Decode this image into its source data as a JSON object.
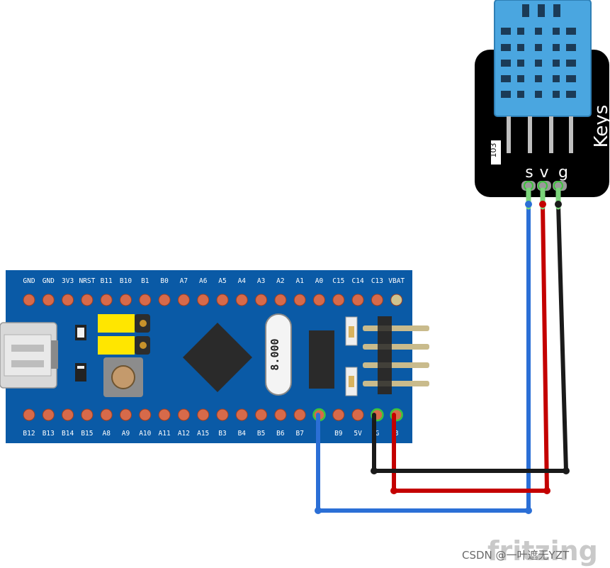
{
  "board": {
    "top_pins": [
      "GND",
      "GND",
      "3V3",
      "NRST",
      "B11",
      "B10",
      "B1",
      "B0",
      "A7",
      "A6",
      "A5",
      "A4",
      "A3",
      "A2",
      "A1",
      "A0",
      "C15",
      "C14",
      "C13",
      "VBAT"
    ],
    "bottom_pins": [
      "B12",
      "B13",
      "B14",
      "B15",
      "A8",
      "A9",
      "A10",
      "A11",
      "A12",
      "A15",
      "B3",
      "B4",
      "B5",
      "B6",
      "B7",
      "",
      "B9",
      "5V",
      "G",
      "3"
    ],
    "crystal_label": "8.000",
    "color": "#0a5aa6"
  },
  "sensor": {
    "brand": "Keys",
    "resistor_label": "103",
    "pin_labels": [
      "s",
      "v",
      "g"
    ],
    "body_color": "#4aa6e0"
  },
  "wires": {
    "signal_color": "#2b6fd6",
    "vcc_color": "#c40000",
    "gnd_color": "#1a1a1a"
  },
  "watermark": {
    "logo": "fritzing",
    "credit": "CSDN @一叶遮无YZT"
  }
}
